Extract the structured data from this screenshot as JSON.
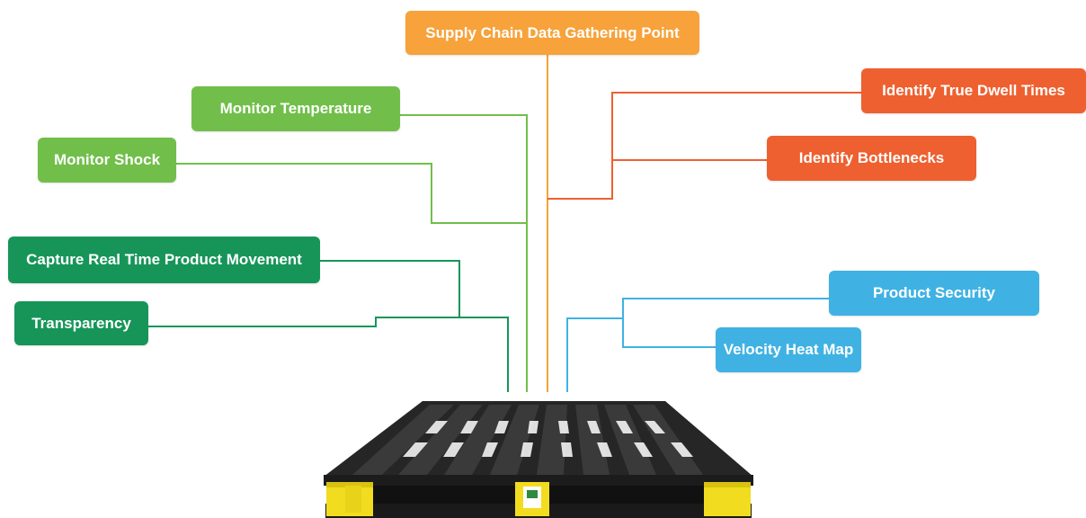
{
  "diagram": {
    "top_label": "Supply Chain Data Gathering Point",
    "left_labels": {
      "monitor_temperature": "Monitor Temperature",
      "monitor_shock": "Monitor Shock",
      "capture_movement": "Capture Real Time Product Movement",
      "transparency": "Transparency"
    },
    "right_labels": {
      "dwell_times": "Identify True Dwell Times",
      "bottlenecks": "Identify Bottlenecks",
      "product_security": "Product Security",
      "velocity_heat_map": "Velocity Heat Map"
    },
    "colors": {
      "orange": "#f7a23b",
      "red_orange": "#ee6030",
      "light_green": "#71bf4a",
      "dark_green": "#179559",
      "blue": "#3fb2e3",
      "pallet_black": "#1f1f1f",
      "pallet_yellow": "#f2dc1f"
    },
    "image": "plastic-pallet"
  }
}
